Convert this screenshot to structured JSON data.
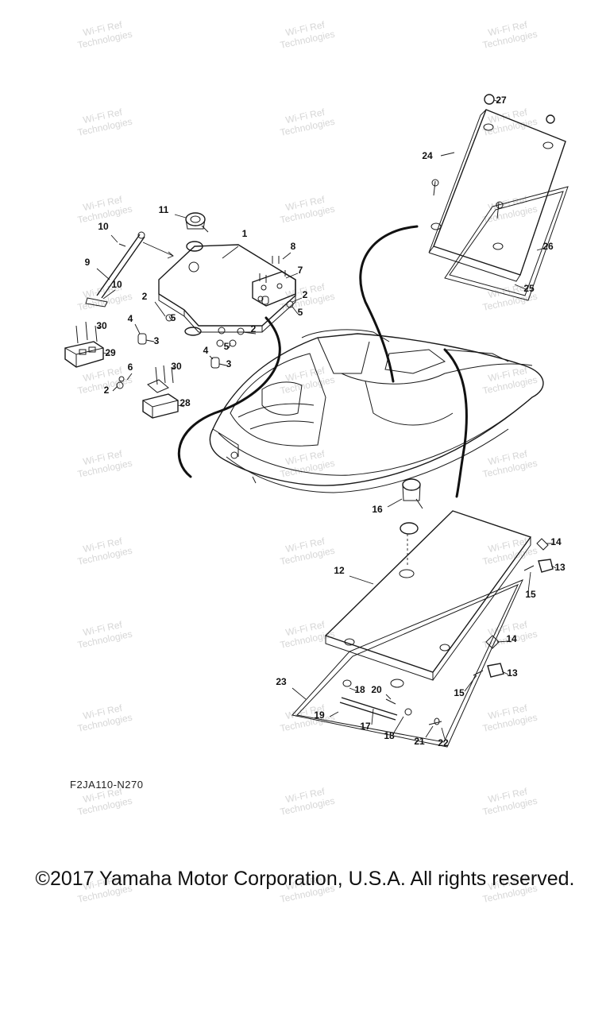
{
  "diagram": {
    "code": "F2JA110-N270",
    "copyright": "©2017 Yamaha Motor Corporation, U.S.A. All rights reserved.",
    "watermark": [
      "Wi-Fi Ref",
      "Technologies"
    ],
    "callouts": [
      "1",
      "2",
      "2",
      "2",
      "2",
      "3",
      "3",
      "4",
      "4",
      "5",
      "5",
      "5",
      "6",
      "7",
      "8",
      "9",
      "10",
      "10",
      "11",
      "12",
      "13",
      "13",
      "14",
      "14",
      "15",
      "15",
      "16",
      "17",
      "18",
      "18",
      "19",
      "20",
      "21",
      "22",
      "23",
      "24",
      "25",
      "26",
      "27",
      "28",
      "29",
      "30",
      "30"
    ]
  }
}
